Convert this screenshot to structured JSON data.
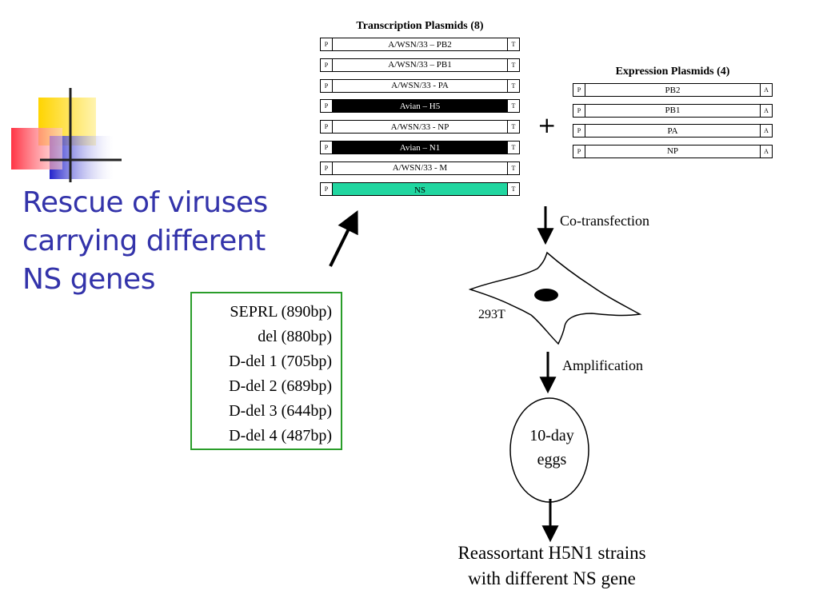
{
  "title": "Rescue of viruses carrying different NS genes",
  "transcription": {
    "title": "Transcription Plasmids (8)",
    "promoter": "P",
    "terminator": "T",
    "items": [
      {
        "label": "A/WSN/33 – PB2",
        "style": "plain"
      },
      {
        "label": "A/WSN/33 – PB1",
        "style": "plain"
      },
      {
        "label": "A/WSN/33 - PA",
        "style": "plain"
      },
      {
        "label": "Avian – H5",
        "style": "black"
      },
      {
        "label": "A/WSN/33 - NP",
        "style": "plain"
      },
      {
        "label": "Avian – N1",
        "style": "black"
      },
      {
        "label": "A/WSN/33 - M",
        "style": "plain"
      },
      {
        "label": "NS",
        "style": "green"
      }
    ]
  },
  "expression": {
    "title": "Expression Plasmids (4)",
    "promoter": "P",
    "terminator": "A",
    "items": [
      {
        "label": "PB2"
      },
      {
        "label": "PB1"
      },
      {
        "label": "PA"
      },
      {
        "label": "NP"
      }
    ]
  },
  "plus_sign": "+",
  "steps": {
    "cotransfection": "Co-transfection",
    "cell_line": "293T",
    "amplification": "Amplification",
    "eggs_line1": "10-day",
    "eggs_line2": "eggs",
    "result_line1": "Reassortant H5N1 strains",
    "result_line2": "with different NS gene"
  },
  "ns_variants": [
    "SEPRL (890bp)",
    "del (880bp)",
    "D-del 1 (705bp)",
    "D-del 2 (689bp)",
    "D-del 3 (644bp)",
    "D-del 4 (487bp)"
  ],
  "colors": {
    "title": "#3333aa",
    "ns_fill": "#21d6a0",
    "ns_box_border": "#2a9d2a",
    "avian_fill": "#000000"
  }
}
